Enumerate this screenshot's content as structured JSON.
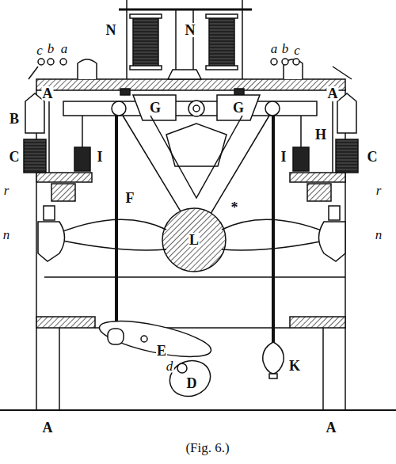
{
  "diagram": {
    "caption": "(Fig. 6.)",
    "labels": [
      "N",
      "N",
      "c",
      "b",
      "a",
      "a",
      "b",
      "c",
      "A",
      "A",
      "B",
      "G",
      "G",
      "H",
      "C",
      "I",
      "F",
      "L",
      "I",
      "C",
      "r",
      "r",
      "*",
      "n",
      "n",
      "E",
      "K",
      "d",
      "D",
      "A",
      "A"
    ]
  }
}
